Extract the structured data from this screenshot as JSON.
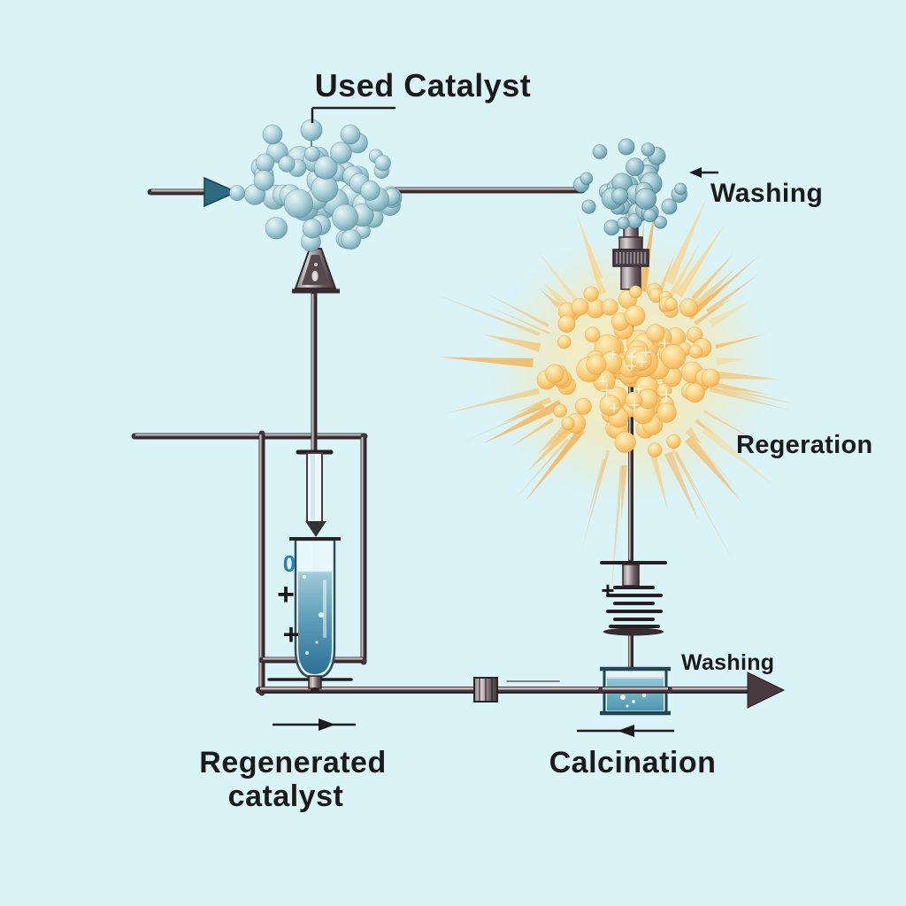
{
  "title": "Used Catalyst",
  "labels": {
    "washing_top": "Washing",
    "regeneration": "Regeration",
    "washing_bottom": "Washing",
    "calcination": "Calcination",
    "regenerated_line1": "Regenerated",
    "regenerated_line2": "catalyst"
  },
  "markings": {
    "tube_zero": "0",
    "tube_plus_upper": "+",
    "tube_plus_lower": "+",
    "coil_plus": "+"
  },
  "colors": {
    "background": "#d9f3f7",
    "used_catalyst_spheres": "#a8d2d9",
    "washed_catalyst_spheres": "#8fc0ca",
    "regenerated_spheres": "#f9c468",
    "pipe_metal": "#44363b",
    "inlet_arrow": "#2e6a7d",
    "tube_liquid": "#3d87a5",
    "marking_blue": "#2f80ad",
    "text": "#1b1b1d"
  }
}
